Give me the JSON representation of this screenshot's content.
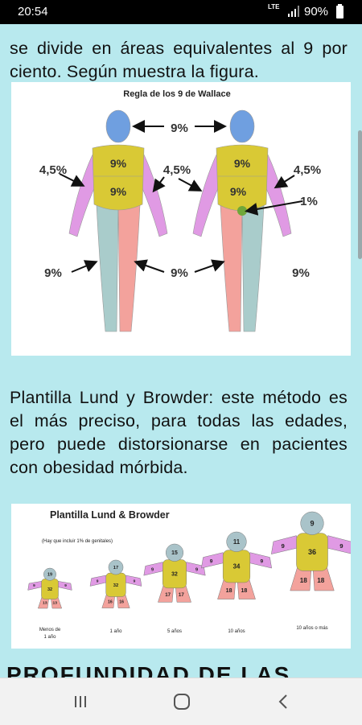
{
  "status_bar": {
    "time": "20:54",
    "network": "LTE",
    "battery": "90%"
  },
  "paragraphs": {
    "intro_tail": "se divide en áreas equivalentes al 9 por ciento. Según muestra la figura.",
    "lund_browder": "Plantilla Lund y Browder: este método es el más preciso, para todas las edades, pero puede distorsionarse en pacientes con obesidad mórbida."
  },
  "figure_wallace": {
    "title": "Regla de los 9 de Wallace",
    "labels": {
      "head": "9%",
      "back_trunk_upper": "9%",
      "back_trunk_lower": "9%",
      "left_arm": "4,5%",
      "middle_arm": "4,5%",
      "right_arm": "4,5%",
      "front_trunk_upper": "9%",
      "front_trunk_lower": "9%",
      "genitals": "1%",
      "left_leg": "9%",
      "middle_leg": "9%",
      "right_leg": "9%"
    }
  },
  "figure_lund": {
    "title": "Plantilla Lund & Browder",
    "note": "(Hay que incluir 1% de genitales)",
    "figures": [
      {
        "head": "19",
        "trunk": "32",
        "arm": "9",
        "leg": "13",
        "caption": [
          "Menos de",
          "1 año"
        ]
      },
      {
        "head": "17",
        "trunk": "32",
        "arm": "9",
        "leg": "16",
        "caption": [
          "1 año"
        ]
      },
      {
        "head": "15",
        "trunk": "32",
        "arm": "9",
        "leg": "17",
        "caption": [
          "5 años"
        ]
      },
      {
        "head": "11",
        "trunk": "34",
        "arm": "9",
        "leg": "18",
        "caption": [
          "10 años"
        ]
      },
      {
        "head": "9",
        "trunk": "36",
        "arm": "9",
        "leg": "18",
        "caption": [
          "10 años o más"
        ]
      }
    ]
  },
  "next_heading": "PROFUNDIDAD DE LAS",
  "colors": {
    "page_bg": "#b8e9ee",
    "head": "#6f9fe0",
    "trunk": "#d9c935",
    "arm": "#e09ae4",
    "leg_left": "#a9cccb",
    "leg_right": "#f3a29c",
    "genital": "#6fa739"
  }
}
